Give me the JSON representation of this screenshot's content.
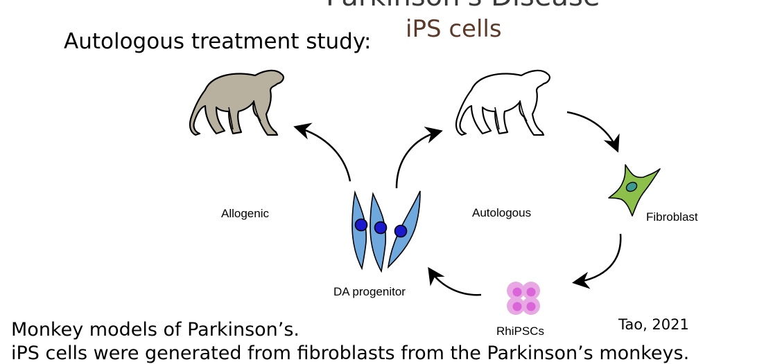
{
  "header": {
    "title": "Parkinson's Disease",
    "subtitle": "iPS cells"
  },
  "study_label": "Autologous treatment study:",
  "diagram": {
    "labels": {
      "allogenic": "Allogenic",
      "autologous": "Autologous",
      "fibroblast": "Fibroblast",
      "da_progenitor": "DA progenitor",
      "rhipscs": "RhiPSCs"
    },
    "colors": {
      "monkey_allogenic_fill": "#b9b1a0",
      "monkey_autologous_fill": "#ffffff",
      "fibroblast_fill": "#8cc04b",
      "fibroblast_nucleus": "#3e9a8f",
      "da_cell_fill": "#6fa8dc",
      "da_nucleus": "#1a1acc",
      "ipsc_fill": "#e7a8e4",
      "ipsc_nucleus": "#d965d9"
    }
  },
  "citation": "Tao, 2021",
  "captions": [
    "Monkey models of Parkinson’s.",
    "iPS cells were generated from fibroblasts from the Parkinson’s monkeys."
  ]
}
